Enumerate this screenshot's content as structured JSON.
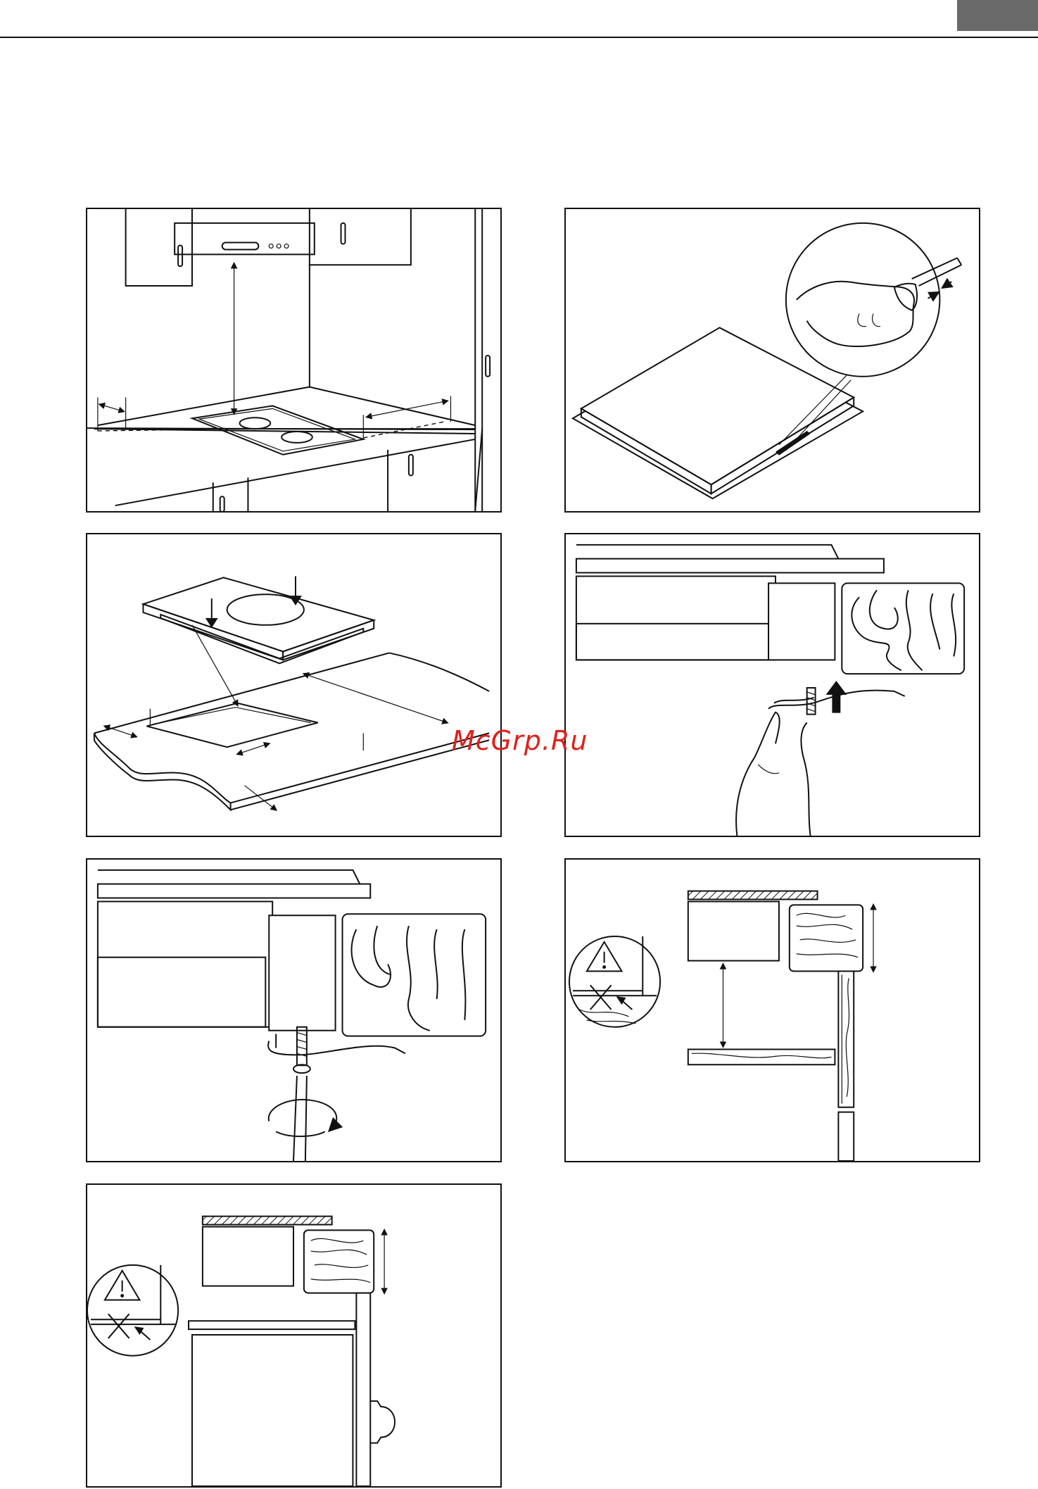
{
  "watermark": {
    "text": "McGrp.Ru",
    "color": "#e0201b"
  },
  "page_tab": {
    "color": "#6a6a6a"
  },
  "panels": [
    {
      "id": "p1",
      "subject": "kitchen-cabinets-hob-clearance",
      "icons": [
        "double-arrow-icon"
      ]
    },
    {
      "id": "p2",
      "subject": "hob-seal-strip",
      "icons": [
        "magnifier-circle-icon",
        "pressing-arrows-icon"
      ]
    },
    {
      "id": "p3",
      "subject": "hob-insert-into-cutout",
      "icons": [
        "down-arrow-icon",
        "dimension-arrow-icon"
      ]
    },
    {
      "id": "p4",
      "subject": "clamp-bracket-install",
      "icons": [
        "up-arrow-icon"
      ]
    },
    {
      "id": "p5",
      "subject": "screw-tighten",
      "icons": [
        "rotate-arrow-icon"
      ]
    },
    {
      "id": "p6",
      "subject": "section-with-shelf",
      "icons": [
        "warning-triangle-icon",
        "cross-icon",
        "pointer-arrow-icon"
      ]
    },
    {
      "id": "p7",
      "subject": "section-with-oven",
      "icons": [
        "warning-triangle-icon",
        "cross-icon",
        "pointer-arrow-icon"
      ]
    }
  ]
}
